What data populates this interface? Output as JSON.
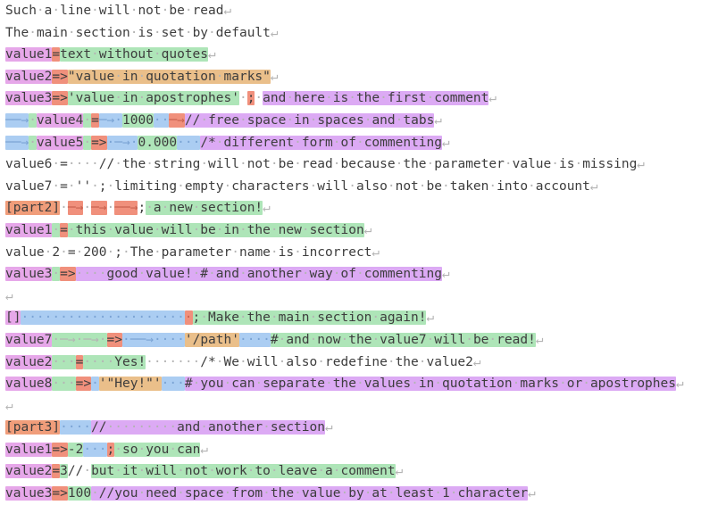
{
  "editor": {
    "description": "ini-file syntax highlighting demo with visible whitespace",
    "palette": {
      "param": "#e6a7e9",
      "sep": "#f0907c",
      "val": "#aee5b8",
      "str": "#eabf8a",
      "com": "#dcaaf4",
      "ws": "#abcdf2",
      "sect": "#f09d7a",
      "text": "#3d3d3d",
      "dots": "#b4b4b4",
      "wsArrowBlue": "#7aa3d4",
      "wsArrowRed": "#c9624f"
    },
    "lines": [
      [
        [
          "plain",
          "Such·a·line·will·not·be·read↵"
        ]
      ],
      [
        [
          "plain",
          "The·main·section·is·set·by·default↵"
        ]
      ],
      [
        [
          "param",
          "value1"
        ],
        [
          "sep",
          "="
        ],
        [
          "val",
          "text·without·quotes"
        ],
        [
          "plain",
          "↵"
        ]
      ],
      [
        [
          "param",
          "value2"
        ],
        [
          "sep",
          "=>"
        ],
        [
          "str",
          "\"value·in·quotation·marks\""
        ],
        [
          "plain",
          "↵"
        ]
      ],
      [
        [
          "param",
          "value3"
        ],
        [
          "sep",
          "=>"
        ],
        [
          "val",
          "'value·in·apostrophes'"
        ],
        [
          "plain",
          "·"
        ],
        [
          "sep",
          ";"
        ],
        [
          "plain",
          "·"
        ],
        [
          "com",
          "and·here·is·the·first·comment"
        ],
        [
          "plain",
          "↵"
        ]
      ],
      [
        [
          "ws",
          "──→"
        ],
        [
          "val",
          "·"
        ],
        [
          "param",
          "value4"
        ],
        [
          "val",
          "·"
        ],
        [
          "sep",
          "="
        ],
        [
          "ws",
          "─→·"
        ],
        [
          "val",
          "1000"
        ],
        [
          "ws",
          "··"
        ],
        [
          "sep",
          "─→"
        ],
        [
          "com",
          "//·free·space·in·spaces·and·tabs"
        ],
        [
          "plain",
          "↵"
        ]
      ],
      [
        [
          "ws",
          "──→"
        ],
        [
          "val",
          "·"
        ],
        [
          "param",
          "value5"
        ],
        [
          "val",
          "·"
        ],
        [
          "sep",
          "=>"
        ],
        [
          "ws",
          "·─→·"
        ],
        [
          "val",
          "0.000"
        ],
        [
          "ws",
          "···"
        ],
        [
          "com",
          "/*·different·form·of·commenting"
        ],
        [
          "plain",
          "↵"
        ]
      ],
      [
        [
          "plain",
          "value6·=····//·the·string·will·not·be·read·because·the·parameter·value·is·missing↵"
        ]
      ],
      [
        [
          "plain",
          "value7·=·''·;·limiting·empty·characters·will·also·not·be·taken·into·account↵"
        ]
      ],
      [
        [
          "sect",
          "[part2]"
        ],
        [
          "plain",
          "·"
        ],
        [
          "sep",
          "─→"
        ],
        [
          "plain",
          "·"
        ],
        [
          "sep",
          "─→"
        ],
        [
          "plain",
          "·"
        ],
        [
          "sep",
          "──→"
        ],
        [
          "plain",
          ";"
        ],
        [
          "val",
          "·a·new·section!"
        ],
        [
          "plain",
          "↵"
        ]
      ],
      [
        [
          "param",
          "value1"
        ],
        [
          "val",
          "·"
        ],
        [
          "sep",
          "="
        ],
        [
          "val",
          "·this·value·will·be·in·the·new·section"
        ],
        [
          "plain",
          "↵"
        ]
      ],
      [
        [
          "plain",
          "value·2·=·200·;·The·parameter·name·is·incorrect↵"
        ]
      ],
      [
        [
          "param",
          "value3"
        ],
        [
          "val",
          "·"
        ],
        [
          "sep",
          "=>"
        ],
        [
          "com",
          "····good·value!·#·and·another·way·of·commenting"
        ],
        [
          "plain",
          "↵"
        ]
      ],
      [
        [
          "plain",
          "↵"
        ]
      ],
      [
        [
          "param",
          "[]"
        ],
        [
          "ws",
          "·····················"
        ],
        [
          "sep",
          "·"
        ],
        [
          "val",
          ";·Make·the·main·section·again!"
        ],
        [
          "plain",
          "↵"
        ]
      ],
      [
        [
          "param",
          "value7"
        ],
        [
          "val",
          "·─→·─→·"
        ],
        [
          "sep",
          "=>"
        ],
        [
          "ws",
          "·──→····"
        ],
        [
          "str",
          "'/path'"
        ],
        [
          "ws",
          "····"
        ],
        [
          "val",
          "#·and·now·the·value7·will·be·read!"
        ],
        [
          "plain",
          "↵"
        ]
      ],
      [
        [
          "param",
          "value2"
        ],
        [
          "val",
          "···"
        ],
        [
          "sep",
          "="
        ],
        [
          "val",
          "····Yes!"
        ],
        [
          "plain",
          "·······/*·We·will·also·redefine·the·value2↵"
        ]
      ],
      [
        [
          "param",
          "value8"
        ],
        [
          "val",
          "···"
        ],
        [
          "sep",
          "=>"
        ],
        [
          "ws",
          "·"
        ],
        [
          "str",
          "'\"Hey!\"'"
        ],
        [
          "ws",
          "···"
        ],
        [
          "com",
          "#·you·can·separate·the·values·in·quotation·marks·or·apostrophes"
        ],
        [
          "plain",
          "↵"
        ]
      ],
      [
        [
          "plain",
          "↵"
        ]
      ],
      [
        [
          "sect",
          "[part3]"
        ],
        [
          "ws",
          "····"
        ],
        [
          "com",
          "//·········and·another·section"
        ],
        [
          "plain",
          "↵"
        ]
      ],
      [
        [
          "param",
          "value1"
        ],
        [
          "sep",
          "=>"
        ],
        [
          "val",
          "-2"
        ],
        [
          "ws",
          "···"
        ],
        [
          "sep",
          ";"
        ],
        [
          "val",
          "·so·you·can"
        ],
        [
          "plain",
          "↵"
        ]
      ],
      [
        [
          "param",
          "value2"
        ],
        [
          "sep",
          "="
        ],
        [
          "val",
          "3"
        ],
        [
          "plain",
          "//·"
        ],
        [
          "val",
          "but·it·will·not·work·to·leave·a·comment"
        ],
        [
          "plain",
          "↵"
        ]
      ],
      [
        [
          "param",
          "value3"
        ],
        [
          "sep",
          "=>"
        ],
        [
          "val",
          "100"
        ],
        [
          "com",
          "·//you·need·space·from·the·value·by·at·least·1·character"
        ],
        [
          "plain",
          "↵"
        ]
      ]
    ]
  }
}
